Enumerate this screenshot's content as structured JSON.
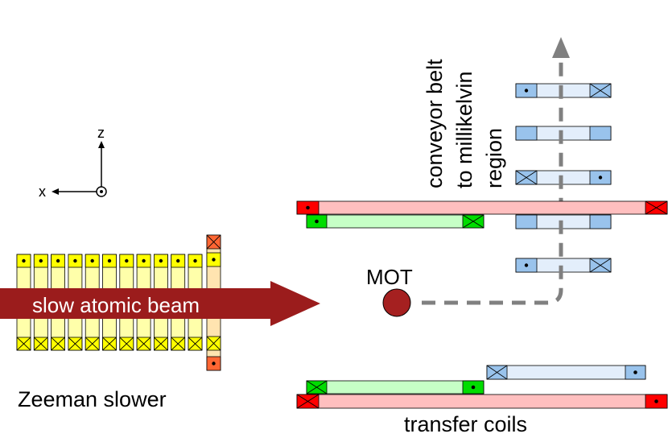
{
  "labels": {
    "axis_z": "z",
    "axis_x": "x",
    "conveyor_line1": "conveyor belt",
    "conveyor_line2": "to millikelvin",
    "conveyor_line3": "region",
    "mot": "MOT",
    "beam": "slow atomic beam",
    "zeeman": "Zeeman slower",
    "transfer": "transfer coils"
  },
  "colors": {
    "zeeman_coil_fill": "#ffffaa",
    "zeeman_coil_end": "#ffff00",
    "zeeman_end_coil": "#ff6633",
    "zeeman_end_coil_body": "#ffe4b0",
    "beam": "#9b1c1c",
    "mot": "#a52020",
    "transfer_red_body": "#ffbfbf",
    "transfer_red_end": "#ff0000",
    "transfer_green_body": "#c6ffc6",
    "transfer_green_end": "#00dd00",
    "conveyor_body": "#e3eefb",
    "conveyor_end": "#99c3ec",
    "path": "#808080"
  },
  "icons": [
    "dot-symbol",
    "cross-symbol",
    "out-of-page-axis-icon",
    "arrow-icon"
  ]
}
